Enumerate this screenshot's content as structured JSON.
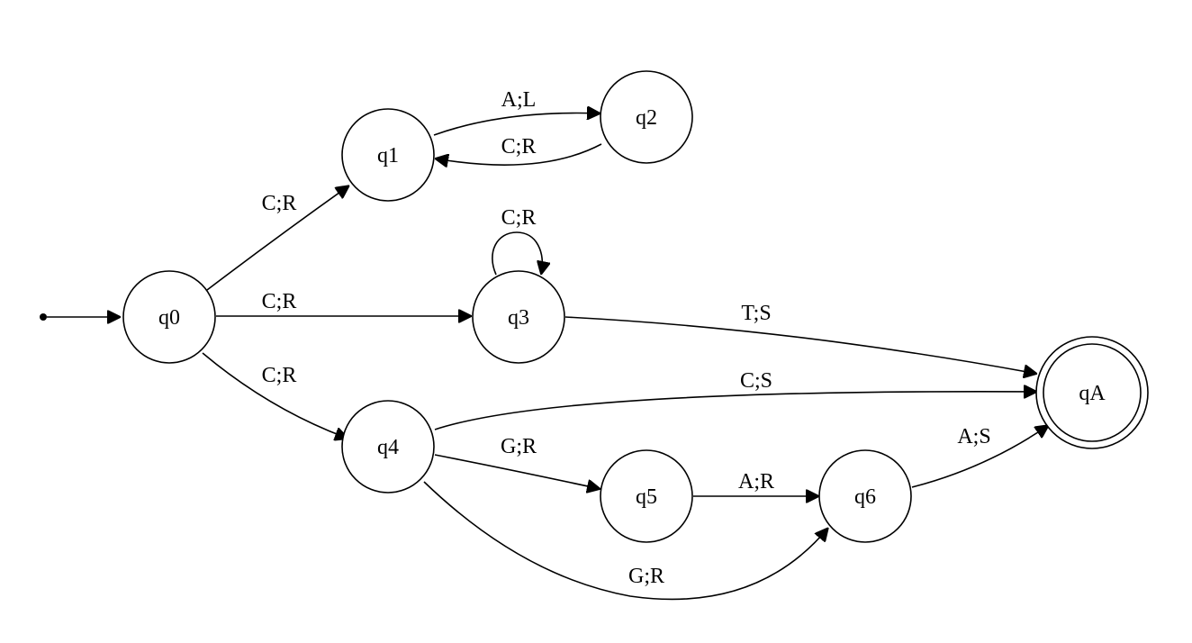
{
  "diagram": {
    "initial_state": "q0",
    "accepting_states": [
      "qA"
    ],
    "states": [
      {
        "id": "q0",
        "label": "q0"
      },
      {
        "id": "q1",
        "label": "q1"
      },
      {
        "id": "q2",
        "label": "q2"
      },
      {
        "id": "q3",
        "label": "q3"
      },
      {
        "id": "q4",
        "label": "q4"
      },
      {
        "id": "q5",
        "label": "q5"
      },
      {
        "id": "q6",
        "label": "q6"
      },
      {
        "id": "qA",
        "label": "qA"
      }
    ],
    "transitions": [
      {
        "id": "q0-q1",
        "from": "q0",
        "to": "q1",
        "label": "C;R"
      },
      {
        "id": "q0-q3",
        "from": "q0",
        "to": "q3",
        "label": "C;R"
      },
      {
        "id": "q0-q4",
        "from": "q0",
        "to": "q4",
        "label": "C;R"
      },
      {
        "id": "q1-q2",
        "from": "q1",
        "to": "q2",
        "label": "A;L"
      },
      {
        "id": "q2-q1",
        "from": "q2",
        "to": "q1",
        "label": "C;R"
      },
      {
        "id": "q3-q3",
        "from": "q3",
        "to": "q3",
        "label": "C;R"
      },
      {
        "id": "q3-qA",
        "from": "q3",
        "to": "qA",
        "label": "T;S"
      },
      {
        "id": "q4-qA",
        "from": "q4",
        "to": "qA",
        "label": "C;S"
      },
      {
        "id": "q4-q5",
        "from": "q4",
        "to": "q5",
        "label": "G;R"
      },
      {
        "id": "q4-q6",
        "from": "q4",
        "to": "q6",
        "label": "G;R"
      },
      {
        "id": "q5-q6",
        "from": "q5",
        "to": "q6",
        "label": "A;R"
      },
      {
        "id": "q6-qA",
        "from": "q6",
        "to": "qA",
        "label": "A;S"
      }
    ]
  }
}
